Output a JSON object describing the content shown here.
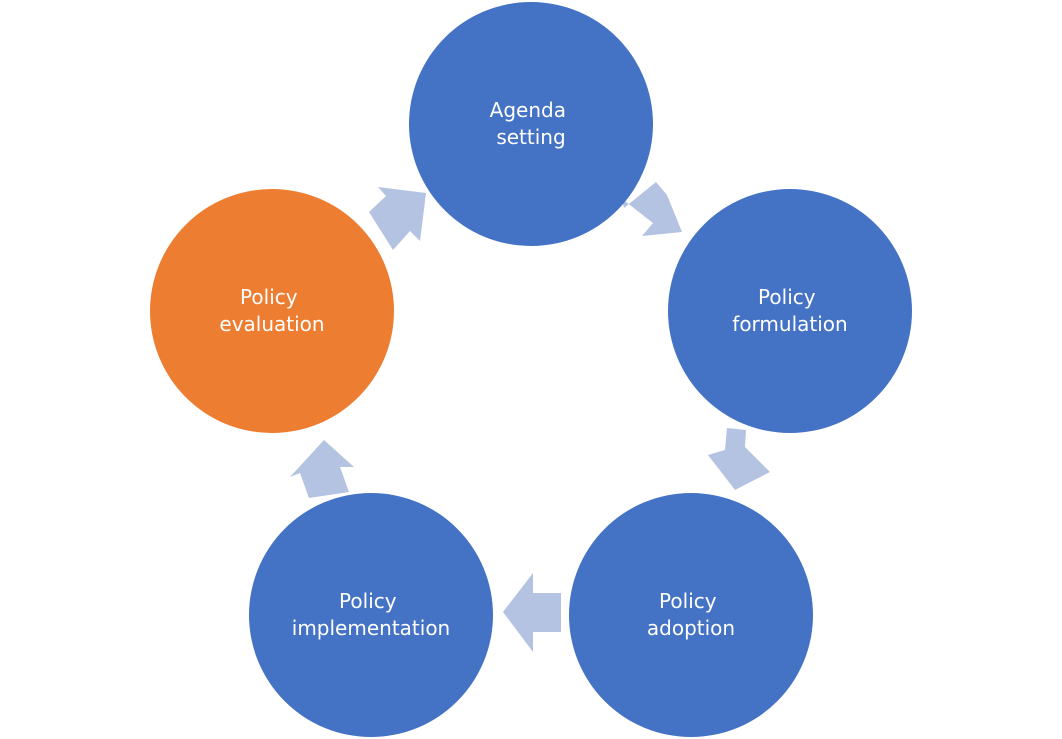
{
  "diagram": {
    "colors": {
      "stage": "#4472C4",
      "highlight": "#ED7D31",
      "arrow": "#B4C3E1",
      "label": "#FFFFFF"
    },
    "stages": [
      {
        "line1": "Agenda",
        "line2": "setting",
        "highlighted": false
      },
      {
        "line1": "Policy",
        "line2": "formulation",
        "highlighted": false
      },
      {
        "line1": "Policy",
        "line2": "adoption",
        "highlighted": false
      },
      {
        "line1": "Policy",
        "line2": "implementation",
        "highlighted": false
      },
      {
        "line1": "Policy",
        "line2": "evaluation",
        "highlighted": true
      }
    ]
  }
}
